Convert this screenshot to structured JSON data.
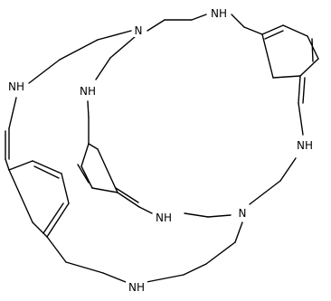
{
  "atoms": [
    {
      "id": "n1",
      "label": "N"
    },
    {
      "id": "n2",
      "label": "NH"
    },
    {
      "id": "n3",
      "label": "NH"
    },
    {
      "id": "n4",
      "label": "NH"
    },
    {
      "id": "n5",
      "label": "NH"
    },
    {
      "id": "n6",
      "label": "NH"
    },
    {
      "id": "n7",
      "label": "N"
    },
    {
      "id": "n8",
      "label": "NH"
    }
  ],
  "colors": {
    "bond": "#000000",
    "background": "#ffffff"
  }
}
